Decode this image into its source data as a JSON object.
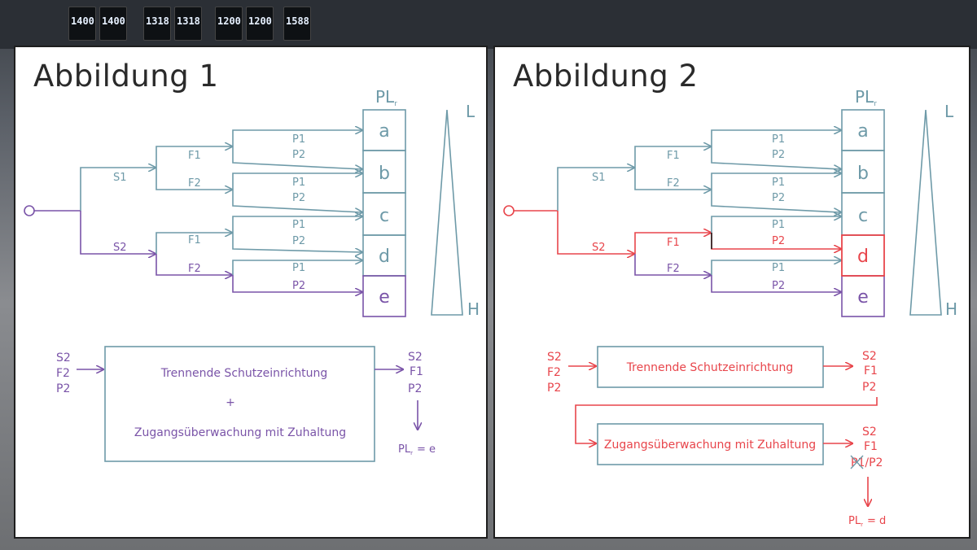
{
  "colors": {
    "teal": "#6e9aa8",
    "purple": "#7a54a8",
    "red": "#e8454b",
    "text_dark": "#2a2a2a"
  },
  "background": {
    "displays": [
      "1400",
      "1400",
      "1318",
      "1318",
      "1200",
      "1200",
      "1588"
    ]
  },
  "figure1": {
    "title": "Abbildung 1",
    "plr_label": "PL",
    "plr_sub": "r",
    "scale_low": "L",
    "scale_high": "H",
    "levels": [
      "a",
      "b",
      "c",
      "d",
      "e"
    ],
    "branch_labels": {
      "s1": "S1",
      "s2": "S2",
      "s1_f1": "F1",
      "s1_f2": "F2",
      "s2_f1": "F1",
      "s2_f2": "F2",
      "p_rows": [
        [
          "P1",
          "P2"
        ],
        [
          "P1",
          "P2"
        ],
        [
          "P1",
          "P2"
        ],
        [
          "P1",
          "P2"
        ]
      ]
    },
    "inputs": [
      "S2",
      "F2",
      "P2"
    ],
    "box_lines": [
      "Trennende Schutzeinrichtung",
      "+",
      "Zugangsüberwachung mit Zuhaltung"
    ],
    "outputs": [
      "S2",
      "F1",
      "P2"
    ],
    "result_prefix": "PL",
    "result_sub": "r",
    "result_value": "= e"
  },
  "figure2": {
    "title": "Abbildung 2",
    "plr_label": "PL",
    "plr_sub": "r",
    "scale_low": "L",
    "scale_high": "H",
    "levels": [
      "a",
      "b",
      "c",
      "d",
      "e"
    ],
    "branch_labels": {
      "s1": "S1",
      "s2": "S2",
      "s1_f1": "F1",
      "s1_f2": "F2",
      "s2_f1": "F1",
      "s2_f2": "F2",
      "p_rows": [
        [
          "P1",
          "P2"
        ],
        [
          "P1",
          "P2"
        ],
        [
          "P1",
          "P2"
        ],
        [
          "P1",
          "P2"
        ]
      ]
    },
    "inputs": [
      "S2",
      "F2",
      "P2"
    ],
    "box1": "Trennende Schutzeinrichtung",
    "outputs1": [
      "S2",
      "F1",
      "P2"
    ],
    "box2": "Zugangsüberwachung mit Zuhaltung",
    "outputs2": [
      "S2",
      "F1",
      "P1/P2"
    ],
    "struck": "P",
    "result_prefix": "PL",
    "result_sub": "r",
    "result_value": "= d"
  }
}
